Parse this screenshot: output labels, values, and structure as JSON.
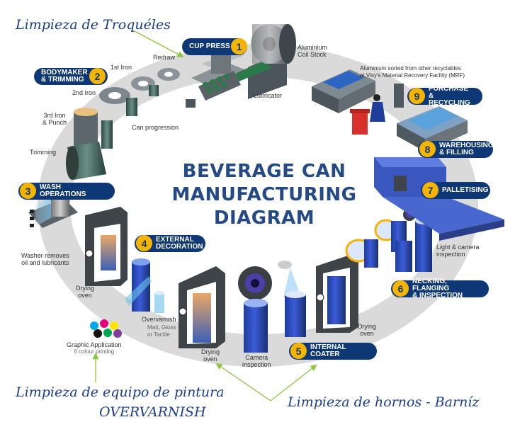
{
  "diagram_title": [
    "BEVERAGE CAN",
    "MANUFACTURING",
    "DIAGRAM"
  ],
  "annotations": {
    "die_cleaning": "Limpieza de Troquéles",
    "paint_equipment_line1": "Limpieza de equipo de pintura",
    "paint_equipment_line2": "OVERVARNISH",
    "oven_cleaning": "Limpieza de hornos - Barníz"
  },
  "stages": [
    {
      "number": "1",
      "label": [
        "CUP PRESS"
      ]
    },
    {
      "number": "2",
      "label": [
        "BODYMAKER",
        "& TRIMMING"
      ]
    },
    {
      "number": "3",
      "label": [
        "WASH OPERATIONS"
      ]
    },
    {
      "number": "4",
      "label": [
        "EXTERNAL",
        "DECORATION"
      ]
    },
    {
      "number": "5",
      "label": [
        "INTERNAL COATER"
      ]
    },
    {
      "number": "6",
      "label": [
        "NECKING, FLANGING",
        "& INSPECTION"
      ]
    },
    {
      "number": "7",
      "label": [
        "PALLETISING"
      ]
    },
    {
      "number": "8",
      "label": [
        "WAREHOUSING",
        "& FILLING"
      ]
    },
    {
      "number": "9",
      "label": [
        "PURCHASE",
        "& RECYCLING"
      ]
    }
  ],
  "labels": {
    "aluminium_coil": [
      "Aluminium",
      "Coil Stock"
    ],
    "lubricator": "Lubricator",
    "redraw": "Redraw",
    "first_iron": "1st Iron",
    "second_iron": "2nd Iron",
    "third_iron": [
      "3rd Iron",
      "& Punch"
    ],
    "trimming": "Trimming",
    "can_progression": "Can progression",
    "washer": [
      "Washer removes",
      "oil and lubricants"
    ],
    "drying_oven_1": [
      "Drying",
      "oven"
    ],
    "overvarnish": "Overvarnish",
    "overvarnish_sub": [
      "Matt, Gloss",
      "or Tactile"
    ],
    "graphic_application": "Graphic Application",
    "graphic_sub": "6 colour printing",
    "drying_oven_2": [
      "Drying",
      "oven"
    ],
    "camera_inspection": [
      "Camera",
      "inspection"
    ],
    "drying_oven_3": [
      "Drying",
      "oven"
    ],
    "light_camera": [
      "Light & camera",
      "inspection"
    ],
    "mrf": [
      "Aluminium sorted from other recyclables",
      "at Visy's Material Recovery Facility (MRF)"
    ]
  },
  "colors": {
    "navy": "#0e3875",
    "badge_yellow": "#f5b400",
    "title_blue": "#234a86",
    "annotation_blue": "#1c3f8c",
    "arrow_green": "#8cc63f",
    "track_grey": "#d9d9d9"
  }
}
